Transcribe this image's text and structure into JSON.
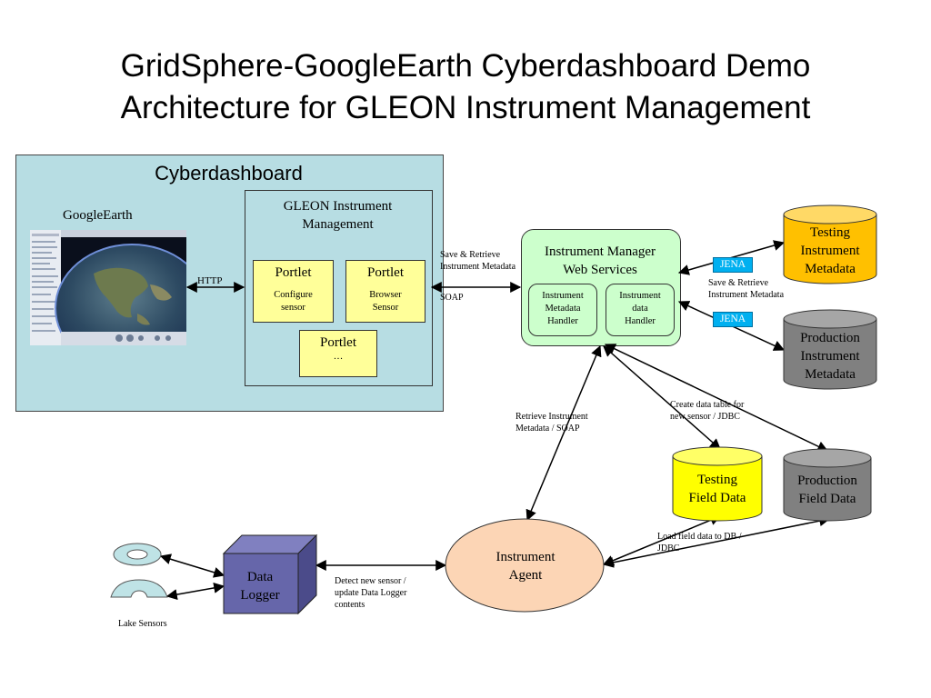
{
  "title": {
    "line1": "GridSphere-GoogleEarth Cyberdashboard Demo",
    "line2": "Architecture for GLEON Instrument Management"
  },
  "cyberdashboard": {
    "label": "Cyberdashboard",
    "googleearth_label": "GoogleEarth",
    "gleon": {
      "line1": "GLEON Instrument",
      "line2": "Management",
      "portlets": [
        {
          "title": "Portlet",
          "sub1": "Configure",
          "sub2": "sensor"
        },
        {
          "title": "Portlet",
          "sub1": "Browser",
          "sub2": "Sensor"
        },
        {
          "title": "Portlet",
          "sub1": "…",
          "sub2": ""
        }
      ]
    }
  },
  "web_services": {
    "line1": "Instrument Manager",
    "line2": "Web Services",
    "handlers": [
      {
        "l1": "Instrument",
        "l2": "Metadata",
        "l3": "Handler"
      },
      {
        "l1": "Instrument",
        "l2": "data",
        "l3": "Handler"
      }
    ]
  },
  "jena": [
    "JENA",
    "JENA"
  ],
  "databases": {
    "testing_metadata": {
      "l1": "Testing",
      "l2": "Instrument",
      "l3": "Metadata",
      "color": "#ffc000"
    },
    "production_metadata": {
      "l1": "Production",
      "l2": "Instrument",
      "l3": "Metadata",
      "color": "#808080"
    },
    "testing_field": {
      "l1": "Testing",
      "l2": "Field Data",
      "color": "#ffff00"
    },
    "production_field": {
      "l1": "Production",
      "l2": "Field Data",
      "color": "#808080"
    }
  },
  "agent": {
    "l1": "Instrument",
    "l2": "Agent",
    "color": "#fcd5b5"
  },
  "data_logger": {
    "l1": "Data",
    "l2": "Logger",
    "color": "#6666aa"
  },
  "sensors_label": "Lake Sensors",
  "edge_labels": {
    "http": "HTTP",
    "save_retrieve_1": "Save & Retrieve",
    "save_retrieve_2": "Instrument Metadata",
    "soap": "SOAP",
    "jena_save_1": "Save & Retrieve",
    "jena_save_2": "Instrument Metadata",
    "retrieve_1": "Retrieve Instrument",
    "retrieve_2": "Metadata / SOAP",
    "create_1": "Create data table for",
    "create_2": "new sensor / JDBC",
    "load_1": "Load field data to DB /",
    "load_2": "JDBC",
    "detect_1": "Detect new sensor /",
    "detect_2": "update Data Logger",
    "detect_3": "contents"
  }
}
